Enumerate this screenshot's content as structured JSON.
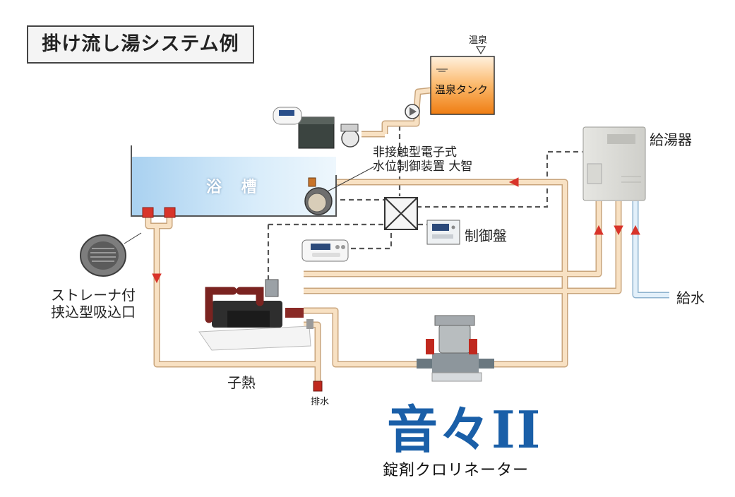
{
  "title": "掛け流し湯システム例",
  "labels": {
    "onsen_source": "温泉",
    "onsen_tank": "温泉タンク",
    "bathtub": "浴 槽",
    "water_level_line1": "非接触型電子式",
    "water_level_line2": "水位制御装置 大智",
    "water_heater": "給湯器",
    "control_panel": "制御盤",
    "water_supply": "給水",
    "strainer_line1": "ストレーナ付",
    "strainer_line2": "挟込型吸込口",
    "heat_source": "子熱",
    "drain": "排水"
  },
  "product": {
    "name": "音々II",
    "subtitle": "錠剤クロリネーター"
  },
  "colors": {
    "pipe": "#f6d9b5",
    "pipe_stroke": "#c9a57c",
    "cold_pipe": "#d6e8f6",
    "tank_top": "#fde4c4",
    "tank_bottom": "#f28a1c",
    "bath_water": "#b8daf3",
    "product_blue": "#1a5fa8",
    "arrow_red": "#d8342a"
  }
}
